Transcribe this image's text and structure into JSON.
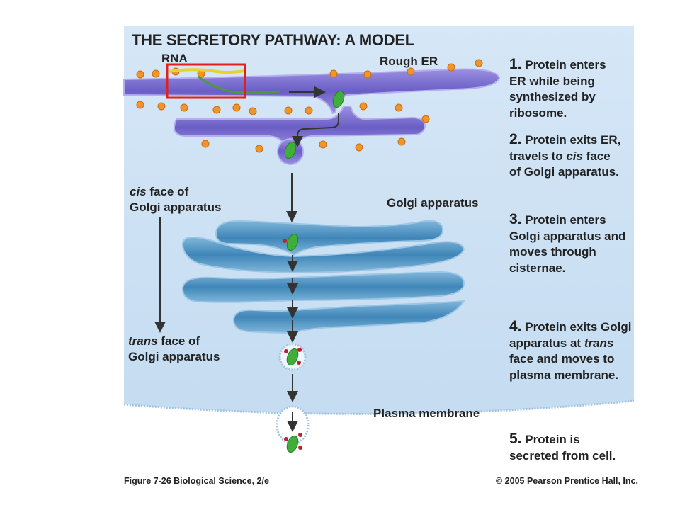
{
  "title": "THE SECRETORY PATHWAY: A MODEL",
  "labels": {
    "rna": "RNA",
    "rough_er": "Rough ER",
    "golgi_apparatus": "Golgi apparatus",
    "plasma_membrane": "Plasma membrane",
    "cis_face_word": "cis",
    "cis_face_rest": " face of",
    "cis_face_line2": "Golgi apparatus",
    "trans_face_word": "trans",
    "trans_face_rest": " face of",
    "trans_face_line2": "Golgi apparatus"
  },
  "steps": [
    {
      "num": "1.",
      "text": " Protein enters",
      "line2": "ER while being",
      "line3": "synthesized by",
      "line4": "ribosome."
    },
    {
      "num": "2.",
      "text": " Protein exits ER,",
      "line2a": "travels to ",
      "line2b": "cis",
      "line2c": " face",
      "line3": "of Golgi apparatus."
    },
    {
      "num": "3.",
      "text": " Protein enters",
      "line2": "Golgi apparatus and",
      "line3": "moves through",
      "line4": "cisternae."
    },
    {
      "num": "4.",
      "text": " Protein exits Golgi",
      "line2a": "apparatus at ",
      "line2b": "trans",
      "line3": "face and moves to",
      "line4": "plasma membrane."
    },
    {
      "num": "5.",
      "text": " Protein is",
      "line2": "secreted from cell."
    }
  ],
  "caption": {
    "left": "Figure 7-26   Biological Science, 2/e",
    "right": "© 2005 Pearson Prentice Hall, Inc."
  },
  "colors": {
    "background_panel": "#cfe3f5",
    "er_membrane": "#7b6fd0",
    "golgi": "#4f93c0",
    "ribosome": "#f0952a",
    "protein": "#3fae3a",
    "highlight_box": "#e0201b"
  }
}
